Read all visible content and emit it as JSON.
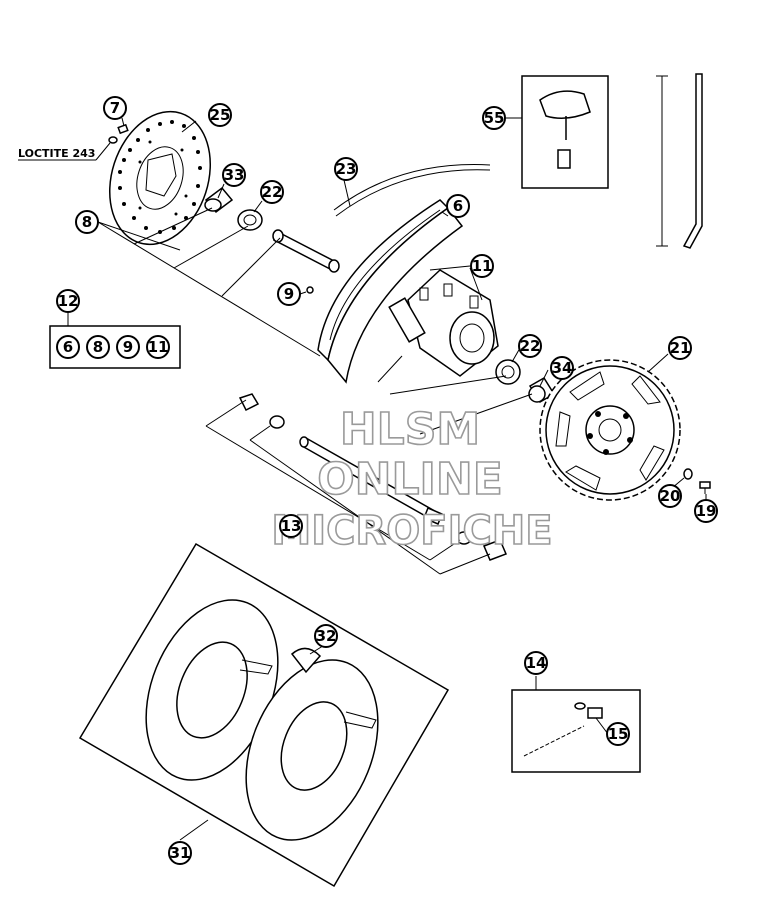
{
  "diagram": {
    "note": "LOCTITE 243",
    "callouts": [
      {
        "id": "c7",
        "label": "7"
      },
      {
        "id": "c25",
        "label": "25"
      },
      {
        "id": "c33",
        "label": "33"
      },
      {
        "id": "c22a",
        "label": "22"
      },
      {
        "id": "c8",
        "label": "8"
      },
      {
        "id": "c23",
        "label": "23"
      },
      {
        "id": "c6",
        "label": "6"
      },
      {
        "id": "c11",
        "label": "11"
      },
      {
        "id": "c9",
        "label": "9"
      },
      {
        "id": "c12",
        "label": "12"
      },
      {
        "id": "c55",
        "label": "55"
      },
      {
        "id": "c22b",
        "label": "22"
      },
      {
        "id": "c34",
        "label": "34"
      },
      {
        "id": "c21",
        "label": "21"
      },
      {
        "id": "c13",
        "label": "13"
      },
      {
        "id": "c20",
        "label": "20"
      },
      {
        "id": "c19",
        "label": "19"
      },
      {
        "id": "c32",
        "label": "32"
      },
      {
        "id": "c31",
        "label": "31"
      },
      {
        "id": "c14",
        "label": "14"
      },
      {
        "id": "c15",
        "label": "15"
      }
    ],
    "kit_12": [
      "6",
      "8",
      "9",
      "11"
    ],
    "watermark": [
      "HLSM",
      "ONLINE",
      "MICROFICHE"
    ]
  }
}
